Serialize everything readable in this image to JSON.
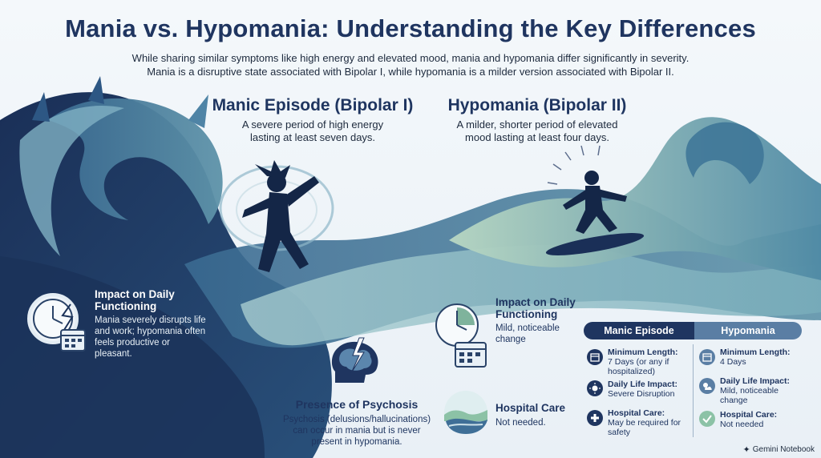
{
  "title": "Mania vs. Hypomania: Understanding the Key Differences",
  "subtitle_line1": "While sharing similar symptoms like high energy and elevated mood, mania and hypomania differ significantly in severity.",
  "subtitle_line2": "Mania is a disruptive state associated with Bipolar I, while hypomania is a milder version associated with Bipolar II.",
  "manic": {
    "heading": "Manic Episode (Bipolar I)",
    "desc_line1": "A severe period of high energy",
    "desc_line2": "lasting at least seven days."
  },
  "hypo": {
    "heading": "Hypomania (Bipolar II)",
    "desc_line1": "A milder, shorter period of elevated",
    "desc_line2": "mood lasting at least four days."
  },
  "mania_impact": {
    "heading_line1": "Impact on Daily",
    "heading_line2": "Functioning",
    "text": "Mania severely disrupts life and work; hypomania often feels productive or pleasant."
  },
  "psychosis": {
    "heading": "Presence of Psychosis",
    "text_line1": "Psychosis (delusions/hallucinations)",
    "text_line2": "can occur in mania but is never",
    "text_line3": "present in hypomania."
  },
  "hypo_impact": {
    "heading_line1": "Impact on Daily",
    "heading_line2": "Functioning",
    "text_line1": "Mild, noticeable",
    "text_line2": "change"
  },
  "hospital": {
    "heading": "Hospital Care",
    "text": "Not needed."
  },
  "comparison": {
    "manic_header": "Manic Episode",
    "hypo_header": "Hypomania",
    "manic_rows": [
      {
        "label": "Minimum Length:",
        "value": "7 Days (or any if hospitalized)"
      },
      {
        "label": "Daily Life Impact:",
        "value": "Severe Disruption"
      },
      {
        "label": "Hospital Care:",
        "value": "May be required for safety"
      }
    ],
    "hypo_rows": [
      {
        "label": "Minimum Length:",
        "value": "4 Days"
      },
      {
        "label": "Daily Life Impact:",
        "value": "Mild, noticeable change"
      },
      {
        "label": "Hospital Care:",
        "value": "Not needed"
      }
    ]
  },
  "watermark": "Gemini Notebook",
  "colors": {
    "navy": "#1f3560",
    "deep_wave": "#1f3a66",
    "mid_wave": "#3d6e92",
    "light_wave": "#8fc0b4",
    "teal": "#6ba6a6",
    "green": "#9ccaa7"
  },
  "icons": [
    "broken-clock-icon",
    "calendar-icon",
    "brain-lightning-icon",
    "clock-calendar-icon",
    "landscape-icon",
    "calendar-check-icon",
    "sun-icon",
    "medical-cross-icon",
    "check-icon",
    "weather-icon",
    "sparkle-icon"
  ]
}
